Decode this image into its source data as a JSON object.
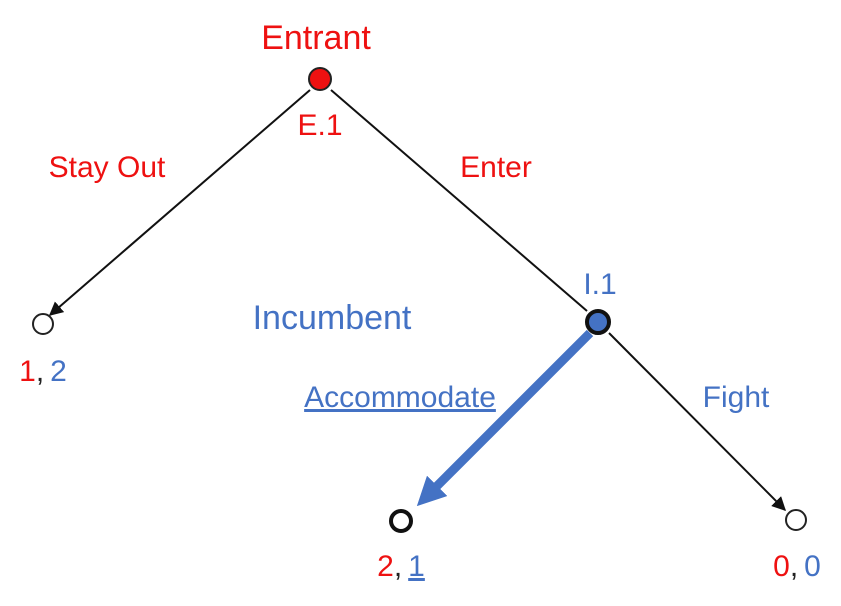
{
  "players": {
    "entrant": "Entrant",
    "incumbent": "Incumbent"
  },
  "nodes": {
    "root_label": "E.1",
    "incumbent_node_label": "I.1"
  },
  "actions": {
    "stay_out": "Stay Out",
    "enter": "Enter",
    "accommodate": "Accommodate",
    "fight": "Fight"
  },
  "payoffs": {
    "stay_out": {
      "entrant": "1",
      "sep": ",",
      "incumbent": "2"
    },
    "accommodate": {
      "entrant": "2",
      "sep": ",",
      "incumbent": "1"
    },
    "fight": {
      "entrant": "0",
      "sep": ",",
      "incumbent": "0"
    }
  },
  "colors": {
    "entrant": "#ee1111",
    "incumbent": "#4472c4",
    "edge": "#111111"
  }
}
